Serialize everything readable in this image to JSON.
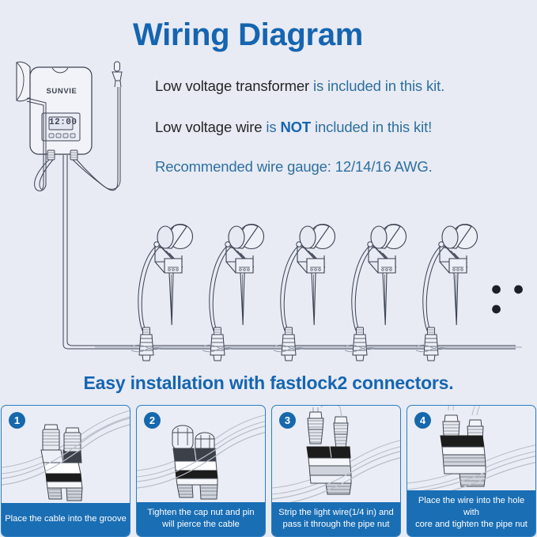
{
  "page": {
    "background_color": "#e8ebf4",
    "accent_blue": "#1565b0",
    "caption_blue": "#1a6eb4",
    "body_text_blue": "#2e6f9e",
    "body_text_dark": "#262626"
  },
  "title": "Wiring Diagram",
  "info": {
    "line1_dark": "Low voltage transformer",
    "line1_blue": " is included in this kit.",
    "line2_dark": "Low voltage wire",
    "line2_blue_a": " is ",
    "line2_bold": "NOT",
    "line2_blue_b": " included in this kit!",
    "line3": "Recommended wire gauge: 12/14/16 AWG."
  },
  "transformer": {
    "brand": "SUNVIE",
    "display_value": "12:00",
    "button_count": 4
  },
  "diagram": {
    "light_count": 5,
    "continuation_indicator": "● ● ●"
  },
  "mid_heading": "Easy installation with fastlock2 connectors.",
  "steps": [
    {
      "number": "1",
      "caption_line1": "Place the cable into the groove",
      "caption_line2": ""
    },
    {
      "number": "2",
      "caption_line1": "Tighten the cap nut and pin",
      "caption_line2": "will pierce the cable"
    },
    {
      "number": "3",
      "caption_line1": "Strip the light wire(1/4 in) and",
      "caption_line2": "pass it through the pipe nut"
    },
    {
      "number": "4",
      "caption_line1": "Place the wire into the hole with",
      "caption_line2": "core and tighten the pipe nut"
    }
  ]
}
